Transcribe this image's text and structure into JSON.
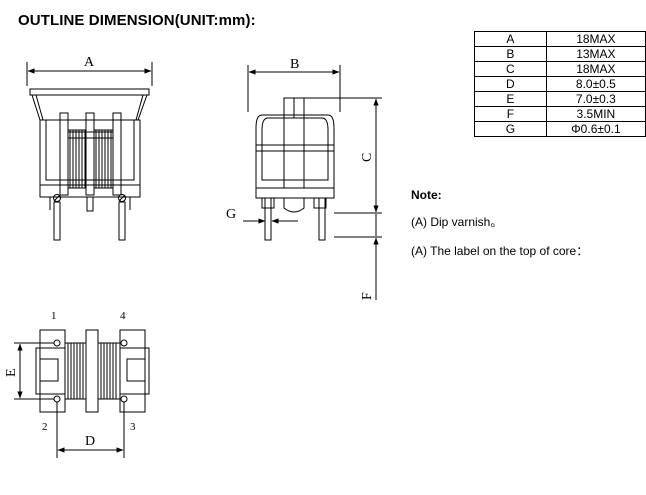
{
  "title": "OUTLINE DIMENSION(UNIT:mm):",
  "spec_table": [
    {
      "key": "A",
      "value": "18MAX"
    },
    {
      "key": "B",
      "value": "13MAX"
    },
    {
      "key": "C",
      "value": "18MAX"
    },
    {
      "key": "D",
      "value": "8.0±0.5"
    },
    {
      "key": "E",
      "value": "7.0±0.3"
    },
    {
      "key": "F",
      "value": "3.5MIN"
    },
    {
      "key": "G",
      "value": "Φ0.6±0.1"
    }
  ],
  "notes": {
    "heading": "Note:",
    "items": [
      "(A) Dip varnish。",
      "(A) The label on the top of core："
    ]
  },
  "dimension_labels": {
    "a": "A",
    "b": "B",
    "c": "C",
    "d": "D",
    "e": "E",
    "f": "F",
    "g": "G"
  },
  "pin_labels": {
    "p1": "1",
    "p2": "2",
    "p3": "3",
    "p4": "4"
  }
}
